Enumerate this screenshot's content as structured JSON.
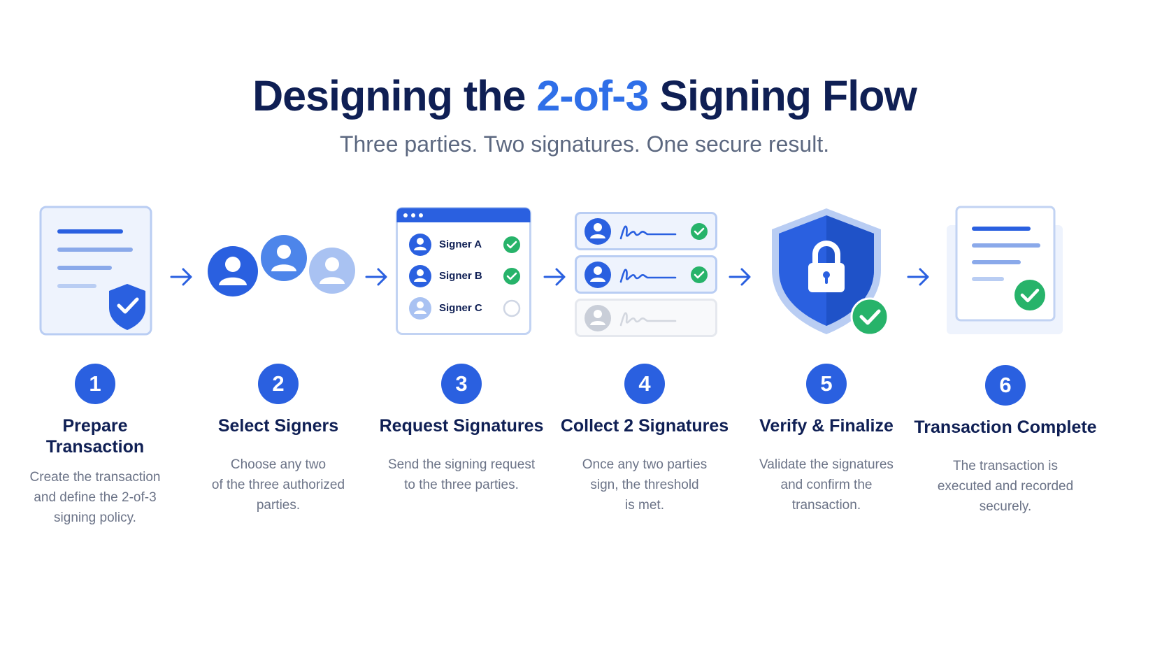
{
  "header": {
    "title_prefix": "Designing the ",
    "title_accent": "2-of-3",
    "title_suffix": " Signing Flow",
    "subtitle": "Three parties. Two signatures. One secure result."
  },
  "signer_list": {
    "signer_a": "Signer A",
    "signer_b": "Signer B",
    "signer_c": "Signer C"
  },
  "steps": [
    {
      "number": "1",
      "title_line1": "Prepare",
      "title_line2": "Transaction",
      "desc_line1": "Create the transaction",
      "desc_line2": "and define the 2-of-3",
      "desc_line3": "signing policy."
    },
    {
      "number": "2",
      "title_line1": "Select Signers",
      "title_line2": "",
      "desc_line1": "Choose any two",
      "desc_line2": "of the three authorized",
      "desc_line3": "parties."
    },
    {
      "number": "3",
      "title_line1": "Request Signatures",
      "title_line2": "",
      "desc_line1": "Send the signing request",
      "desc_line2": "to the three parties.",
      "desc_line3": ""
    },
    {
      "number": "4",
      "title_line1": "Collect 2 Signatures",
      "title_line2": "",
      "desc_line1": "Once any two parties",
      "desc_line2": "sign, the threshold",
      "desc_line3": "is met."
    },
    {
      "number": "5",
      "title_line1": "Verify & Finalize",
      "title_line2": "",
      "desc_line1": "Validate the signatures",
      "desc_line2": "and confirm the",
      "desc_line3": "transaction."
    },
    {
      "number": "6",
      "title_line1": "Transaction Complete",
      "title_line2": "",
      "desc_line1": "The transaction is",
      "desc_line2": "executed and recorded",
      "desc_line3": "securely."
    }
  ],
  "colors": {
    "primary": "#2a60e0",
    "dark": "#0f1f54",
    "light_blue": "#a9c2f2",
    "success": "#27b36a"
  },
  "icons": {
    "step1": "document-shield-icon",
    "step2": "users-group-icon",
    "step3": "signer-checklist-icon",
    "step4": "signature-cards-icon",
    "step5": "shield-lock-icon",
    "step6": "document-check-icon"
  }
}
